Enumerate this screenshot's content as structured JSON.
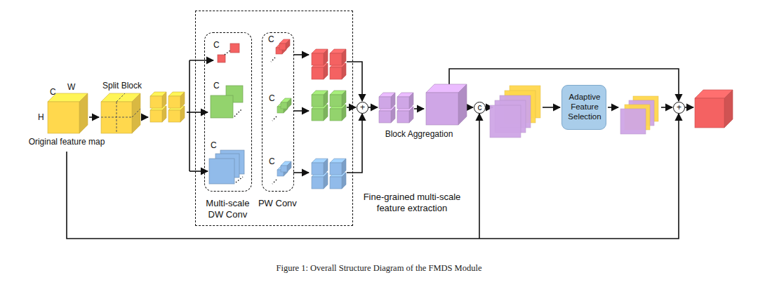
{
  "diagram": {
    "caption": "Figure 1: Overall Structure Diagram of the FMDS Module",
    "nodes": [
      {
        "text": [
          "Fine-grained multi-scale feature extraction"
        ]
      },
      {
        "text": [
          "Multi-scale DW Conv"
        ],
        "in": 0
      },
      {
        "text": [
          "PW Conv"
        ],
        "in": 0
      },
      {
        "text": [
          "+"
        ]
      },
      {
        "text": [
          "c"
        ]
      },
      {
        "text": [
          "Adaptive Feature Selection"
        ]
      },
      {
        "text": [
          "+"
        ]
      }
    ],
    "labels": [
      "C",
      "W",
      "H",
      "Original feature map",
      "Split Block",
      "C",
      "C",
      "C",
      "C",
      "C",
      "C",
      "Block Aggregation"
    ]
  }
}
